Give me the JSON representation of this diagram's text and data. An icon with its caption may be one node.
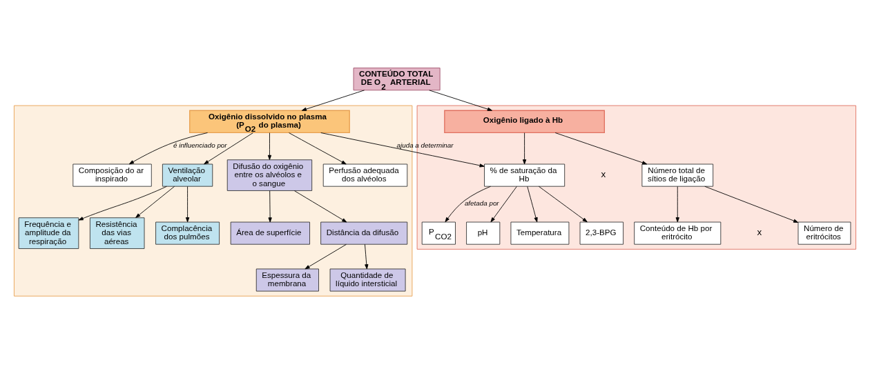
{
  "diagram": {
    "nodes": [
      {
        "text": [
          "CONTEÚDO TOTAL DE O$_{2}$ ARTERIAL"
        ]
      },
      {
        "text": [
          "Oxigênio dissolvido no plasma (P$_{O2}$ do plasma)"
        ]
      },
      {
        "text": [
          "Composição do ar inspirado"
        ],
        "in": 1
      },
      {
        "text": [
          "Ventilação alveolar"
        ],
        "in": 1
      },
      {
        "text": [
          "Difusão do oxigênio entre os alvéolos e o sangue"
        ],
        "in": 1
      },
      {
        "text": [
          "Perfusão adequada dos alvéolos"
        ],
        "in": 1
      },
      {
        "text": [
          "Frequência e amplitude da respiração"
        ],
        "in": 1
      },
      {
        "text": [
          "Resistência das vias aéreas"
        ],
        "in": 1
      },
      {
        "text": [
          "Complacência dos pulmões"
        ],
        "in": 1
      },
      {
        "text": [
          "Área de superfície"
        ],
        "in": 1
      },
      {
        "text": [
          "Distância da difusão"
        ],
        "in": 1
      },
      {
        "text": [
          "Espessura da membrana"
        ],
        "in": 1
      },
      {
        "text": [
          "Quantidade de líquido intersticial"
        ],
        "in": 1
      },
      {
        "text": [
          "Oxigênio ligado à Hb"
        ]
      },
      {
        "text": [
          "% de saturação da Hb"
        ],
        "in": 13
      },
      {
        "text": [
          "Número total de sítios de ligação"
        ],
        "in": 13
      },
      {
        "text": [
          "P$_{CO2}$"
        ],
        "in": 13
      },
      {
        "text": [
          "pH"
        ],
        "in": 13
      },
      {
        "text": [
          "Temperatura"
        ],
        "in": 13
      },
      {
        "text": [
          "2,3-BPG"
        ],
        "in": 13
      },
      {
        "text": [
          "Conteúdo de Hb por eritrócito"
        ],
        "in": 13
      },
      {
        "text": [
          "Número de eritrócitos"
        ],
        "in": 13
      }
    ],
    "edges": [
      {
        "from": 0,
        "to": 1,
        "arrow": "to"
      },
      {
        "from": 0,
        "to": 13,
        "arrow": "to"
      },
      {
        "from": 1,
        "to": 14,
        "arrow": "to",
        "label": "ajuda a determinar"
      },
      {
        "from": 1,
        "to": 2,
        "arrow": "to",
        "label": "é influenciado por"
      },
      {
        "from": 1,
        "to": 3,
        "arrow": "to"
      },
      {
        "from": 1,
        "to": 4,
        "arrow": "to"
      },
      {
        "from": 1,
        "to": 5,
        "arrow": "to"
      },
      {
        "from": 3,
        "to": 6,
        "arrow": "to"
      },
      {
        "from": 3,
        "to": 7,
        "arrow": "to"
      },
      {
        "from": 3,
        "to": 8,
        "arrow": "to"
      },
      {
        "from": 4,
        "to": 9,
        "arrow": "to"
      },
      {
        "from": 4,
        "to": 10,
        "arrow": "to"
      },
      {
        "from": 10,
        "to": 11,
        "arrow": "to"
      },
      {
        "from": 10,
        "to": 12,
        "arrow": "to"
      },
      {
        "from": 13,
        "to": 14,
        "arrow": "to"
      },
      {
        "from": 13,
        "to": 15,
        "arrow": "to"
      },
      {
        "from": 14,
        "to": 16,
        "arrow": "to",
        "label": "afetada por"
      },
      {
        "from": 14,
        "to": 17,
        "arrow": "to"
      },
      {
        "from": 14,
        "to": 18,
        "arrow": "to"
      },
      {
        "from": 14,
        "to": 19,
        "arrow": "to"
      },
      {
        "from": 15,
        "to": 20,
        "arrow": "to"
      },
      {
        "from": 15,
        "to": 21,
        "arrow": "to"
      }
    ],
    "labels": [
      "x",
      "x"
    ]
  }
}
